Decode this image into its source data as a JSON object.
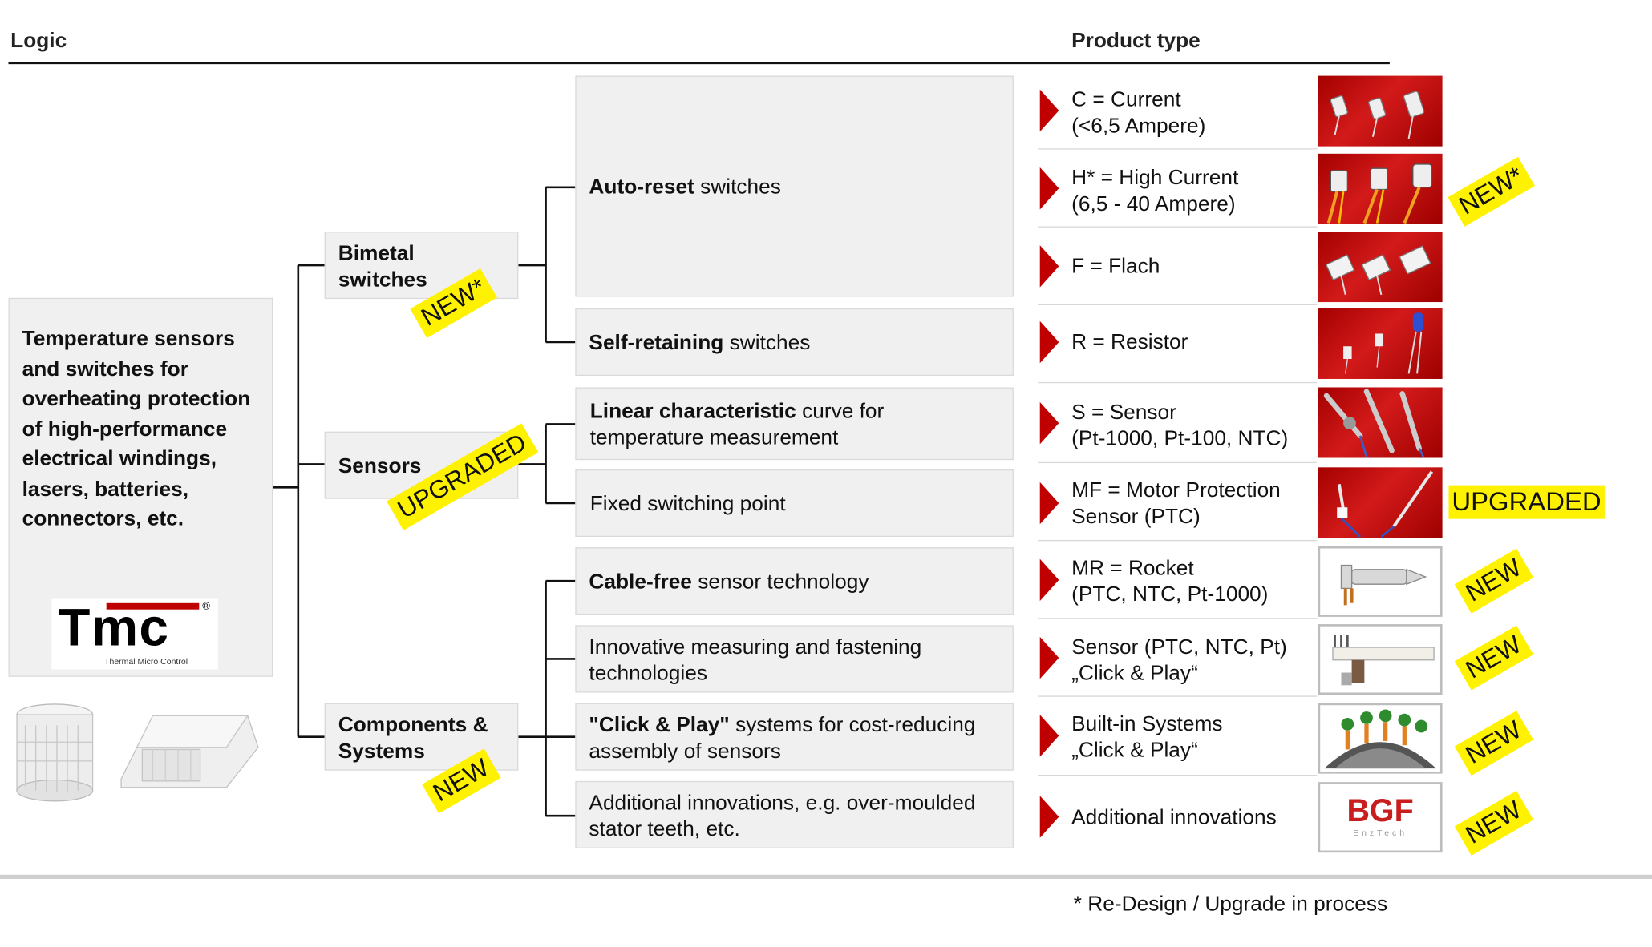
{
  "headers": {
    "logic": "Logic",
    "product_type": "Product type"
  },
  "root": {
    "text": "Temperature sensors and switches for overheating protection of high-performance electrical windings, lasers, batteries, connectors, etc.",
    "logo_text": "Tmc",
    "logo_subtext": "Thermal Micro Control",
    "logo_mark": "®"
  },
  "categories": {
    "bimetal": {
      "label": "Bimetal switches",
      "tag": "NEW*"
    },
    "sensors": {
      "label": "Sensors",
      "tag": "UPGRADED"
    },
    "components": {
      "label": "Components & Systems",
      "tag": "NEW"
    }
  },
  "subcategories": [
    {
      "bold": "Auto-reset",
      "rest": " switches"
    },
    {
      "bold": "Self-retaining",
      "rest": " switches"
    },
    {
      "bold": "Linear characteristic",
      "rest": " curve for temperature measurement"
    },
    {
      "bold": "",
      "rest": "Fixed switching point"
    },
    {
      "bold": "Cable-free",
      "rest": " sensor technology"
    },
    {
      "bold": "",
      "rest": "Innovative measuring and fastening technologies"
    },
    {
      "bold": "\"Click & Play\"",
      "rest": " systems for cost-reducing assembly of sensors"
    },
    {
      "bold": "",
      "rest": "Additional innovations, e.g. over-moulded stator teeth, etc."
    }
  ],
  "products": [
    {
      "line1": "C = Current",
      "line2": "(<6,5 Ampere)",
      "image": "red-product-photo",
      "tag": ""
    },
    {
      "line1": "H*  = High Current",
      "line2": "(6,5 - 40 Ampere)",
      "image": "red-product-photo",
      "tag": "NEW*"
    },
    {
      "line1": "F = Flach",
      "line2": "",
      "image": "red-product-photo",
      "tag": ""
    },
    {
      "line1": "R = Resistor",
      "line2": "",
      "image": "red-product-photo",
      "tag": ""
    },
    {
      "line1": "S = Sensor",
      "line2": "(Pt-1000, Pt-100, NTC)",
      "image": "red-product-photo",
      "tag": ""
    },
    {
      "line1": "MF = Motor Protection",
      "line2": "Sensor (PTC)",
      "image": "red-product-photo",
      "tag": "UPGRADED"
    },
    {
      "line1": "MR = Rocket",
      "line2": "(PTC, NTC, Pt-1000)",
      "image": "white-product-photo",
      "tag": "NEW"
    },
    {
      "line1": "Sensor (PTC, NTC, Pt)",
      "line2": "„Click & Play“",
      "image": "white-product-photo",
      "tag": "NEW"
    },
    {
      "line1": "Built-in Systems",
      "line2": "„Click & Play“",
      "image": "white-product-photo",
      "tag": "NEW"
    },
    {
      "line1": "Additional innovations",
      "line2": "",
      "image": "bgf-logo",
      "tag": "NEW"
    }
  ],
  "bgf_logo": {
    "main": "BGF",
    "sub": "EnzTech"
  },
  "footnote": "* Re-Design / Upgrade in process",
  "colors": {
    "accent": "#c00000",
    "tag": "#fff200",
    "box": "#f0f0f0"
  }
}
